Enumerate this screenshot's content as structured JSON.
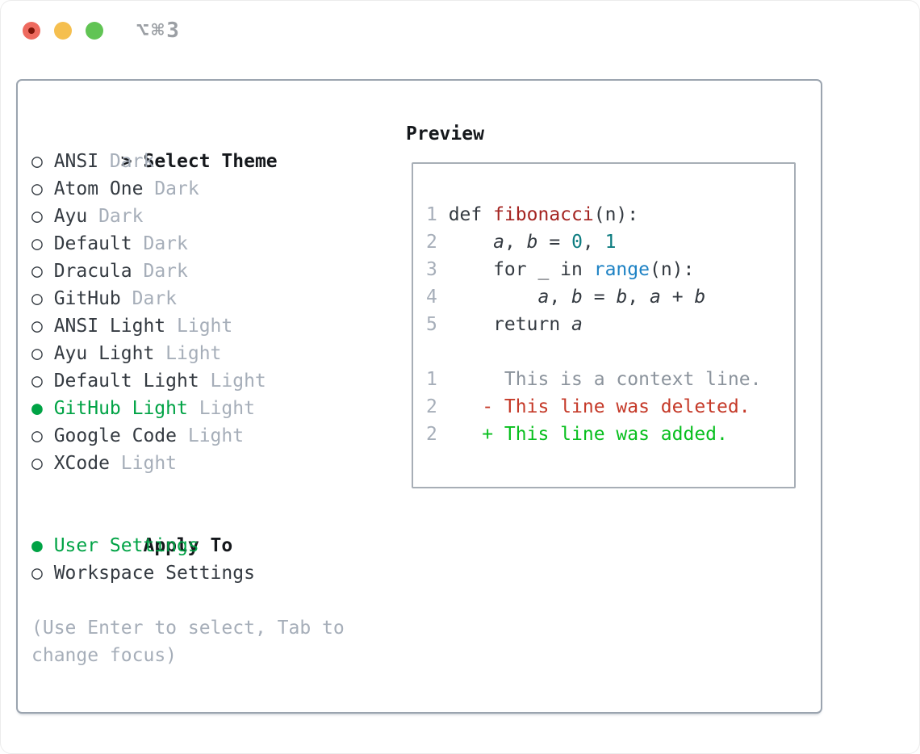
{
  "titlebar": {
    "title": "⌥⌘3"
  },
  "theme_picker": {
    "header_prefix": ">",
    "header": "Select Theme",
    "items": [
      {
        "name": "ANSI",
        "variant": "Dark",
        "selected": false
      },
      {
        "name": "Atom One",
        "variant": "Dark",
        "selected": false
      },
      {
        "name": "Ayu",
        "variant": "Dark",
        "selected": false
      },
      {
        "name": "Default",
        "variant": "Dark",
        "selected": false
      },
      {
        "name": "Dracula",
        "variant": "Dark",
        "selected": false
      },
      {
        "name": "GitHub",
        "variant": "Dark",
        "selected": false
      },
      {
        "name": "ANSI Light",
        "variant": "Light",
        "selected": false
      },
      {
        "name": "Ayu Light",
        "variant": "Light",
        "selected": false
      },
      {
        "name": "Default Light",
        "variant": "Light",
        "selected": false
      },
      {
        "name": "GitHub Light",
        "variant": "Light",
        "selected": true
      },
      {
        "name": "Google Code",
        "variant": "Light",
        "selected": false
      },
      {
        "name": "XCode",
        "variant": "Light",
        "selected": false
      }
    ]
  },
  "apply_to": {
    "header": "Apply To",
    "items": [
      {
        "label": "User Settings",
        "selected": true
      },
      {
        "label": "Workspace Settings",
        "selected": false
      }
    ]
  },
  "help_text": "(Use Enter to select, Tab to change focus)",
  "preview": {
    "header": "Preview",
    "code_lines": [
      {
        "num": "1",
        "tokens": [
          {
            "t": " def ",
            "c": "t"
          },
          {
            "t": "fibonacci",
            "c": "red"
          },
          {
            "t": "(n):",
            "c": "t"
          }
        ]
      },
      {
        "num": "2",
        "tokens": [
          {
            "t": "     ",
            "c": "t"
          },
          {
            "t": "a",
            "c": "v"
          },
          {
            "t": ", ",
            "c": "t"
          },
          {
            "t": "b",
            "c": "v"
          },
          {
            "t": " = ",
            "c": "t"
          },
          {
            "t": "0",
            "c": "num"
          },
          {
            "t": ", ",
            "c": "t"
          },
          {
            "t": "1",
            "c": "num"
          }
        ]
      },
      {
        "num": "3",
        "tokens": [
          {
            "t": "     for _ in ",
            "c": "t"
          },
          {
            "t": "range",
            "c": "fn"
          },
          {
            "t": "(n):",
            "c": "t"
          }
        ]
      },
      {
        "num": "4",
        "tokens": [
          {
            "t": "         ",
            "c": "t"
          },
          {
            "t": "a",
            "c": "v"
          },
          {
            "t": ", ",
            "c": "t"
          },
          {
            "t": "b",
            "c": "v"
          },
          {
            "t": " = ",
            "c": "t"
          },
          {
            "t": "b",
            "c": "v"
          },
          {
            "t": ", ",
            "c": "t"
          },
          {
            "t": "a",
            "c": "v"
          },
          {
            "t": " + ",
            "c": "t"
          },
          {
            "t": "b",
            "c": "v"
          }
        ]
      },
      {
        "num": "5",
        "tokens": [
          {
            "t": "     return ",
            "c": "t"
          },
          {
            "t": "a",
            "c": "v"
          }
        ]
      }
    ],
    "diff_lines": [
      {
        "num": "1",
        "kind": "context",
        "text": "      This is a context line."
      },
      {
        "num": "2",
        "kind": "deleted",
        "text": "    - This line was deleted."
      },
      {
        "num": "2",
        "kind": "added",
        "text": "    + This line was added."
      }
    ]
  },
  "icons": {
    "unselected_radio": "○",
    "selected_radio": "●"
  },
  "colors": {
    "selection_green": "#00a345",
    "diff_added_green": "#08bf1e",
    "diff_deleted_red": "#c53a29",
    "function_red": "#a42421",
    "number_teal": "#0d7c80",
    "builtin_blue": "#1e82c4",
    "muted_gray": "#a6aeb9",
    "panel_border": "#9ba4af",
    "traffic_red": "#ee6a5f",
    "traffic_yellow": "#f5bf4f",
    "traffic_green": "#61c454"
  }
}
